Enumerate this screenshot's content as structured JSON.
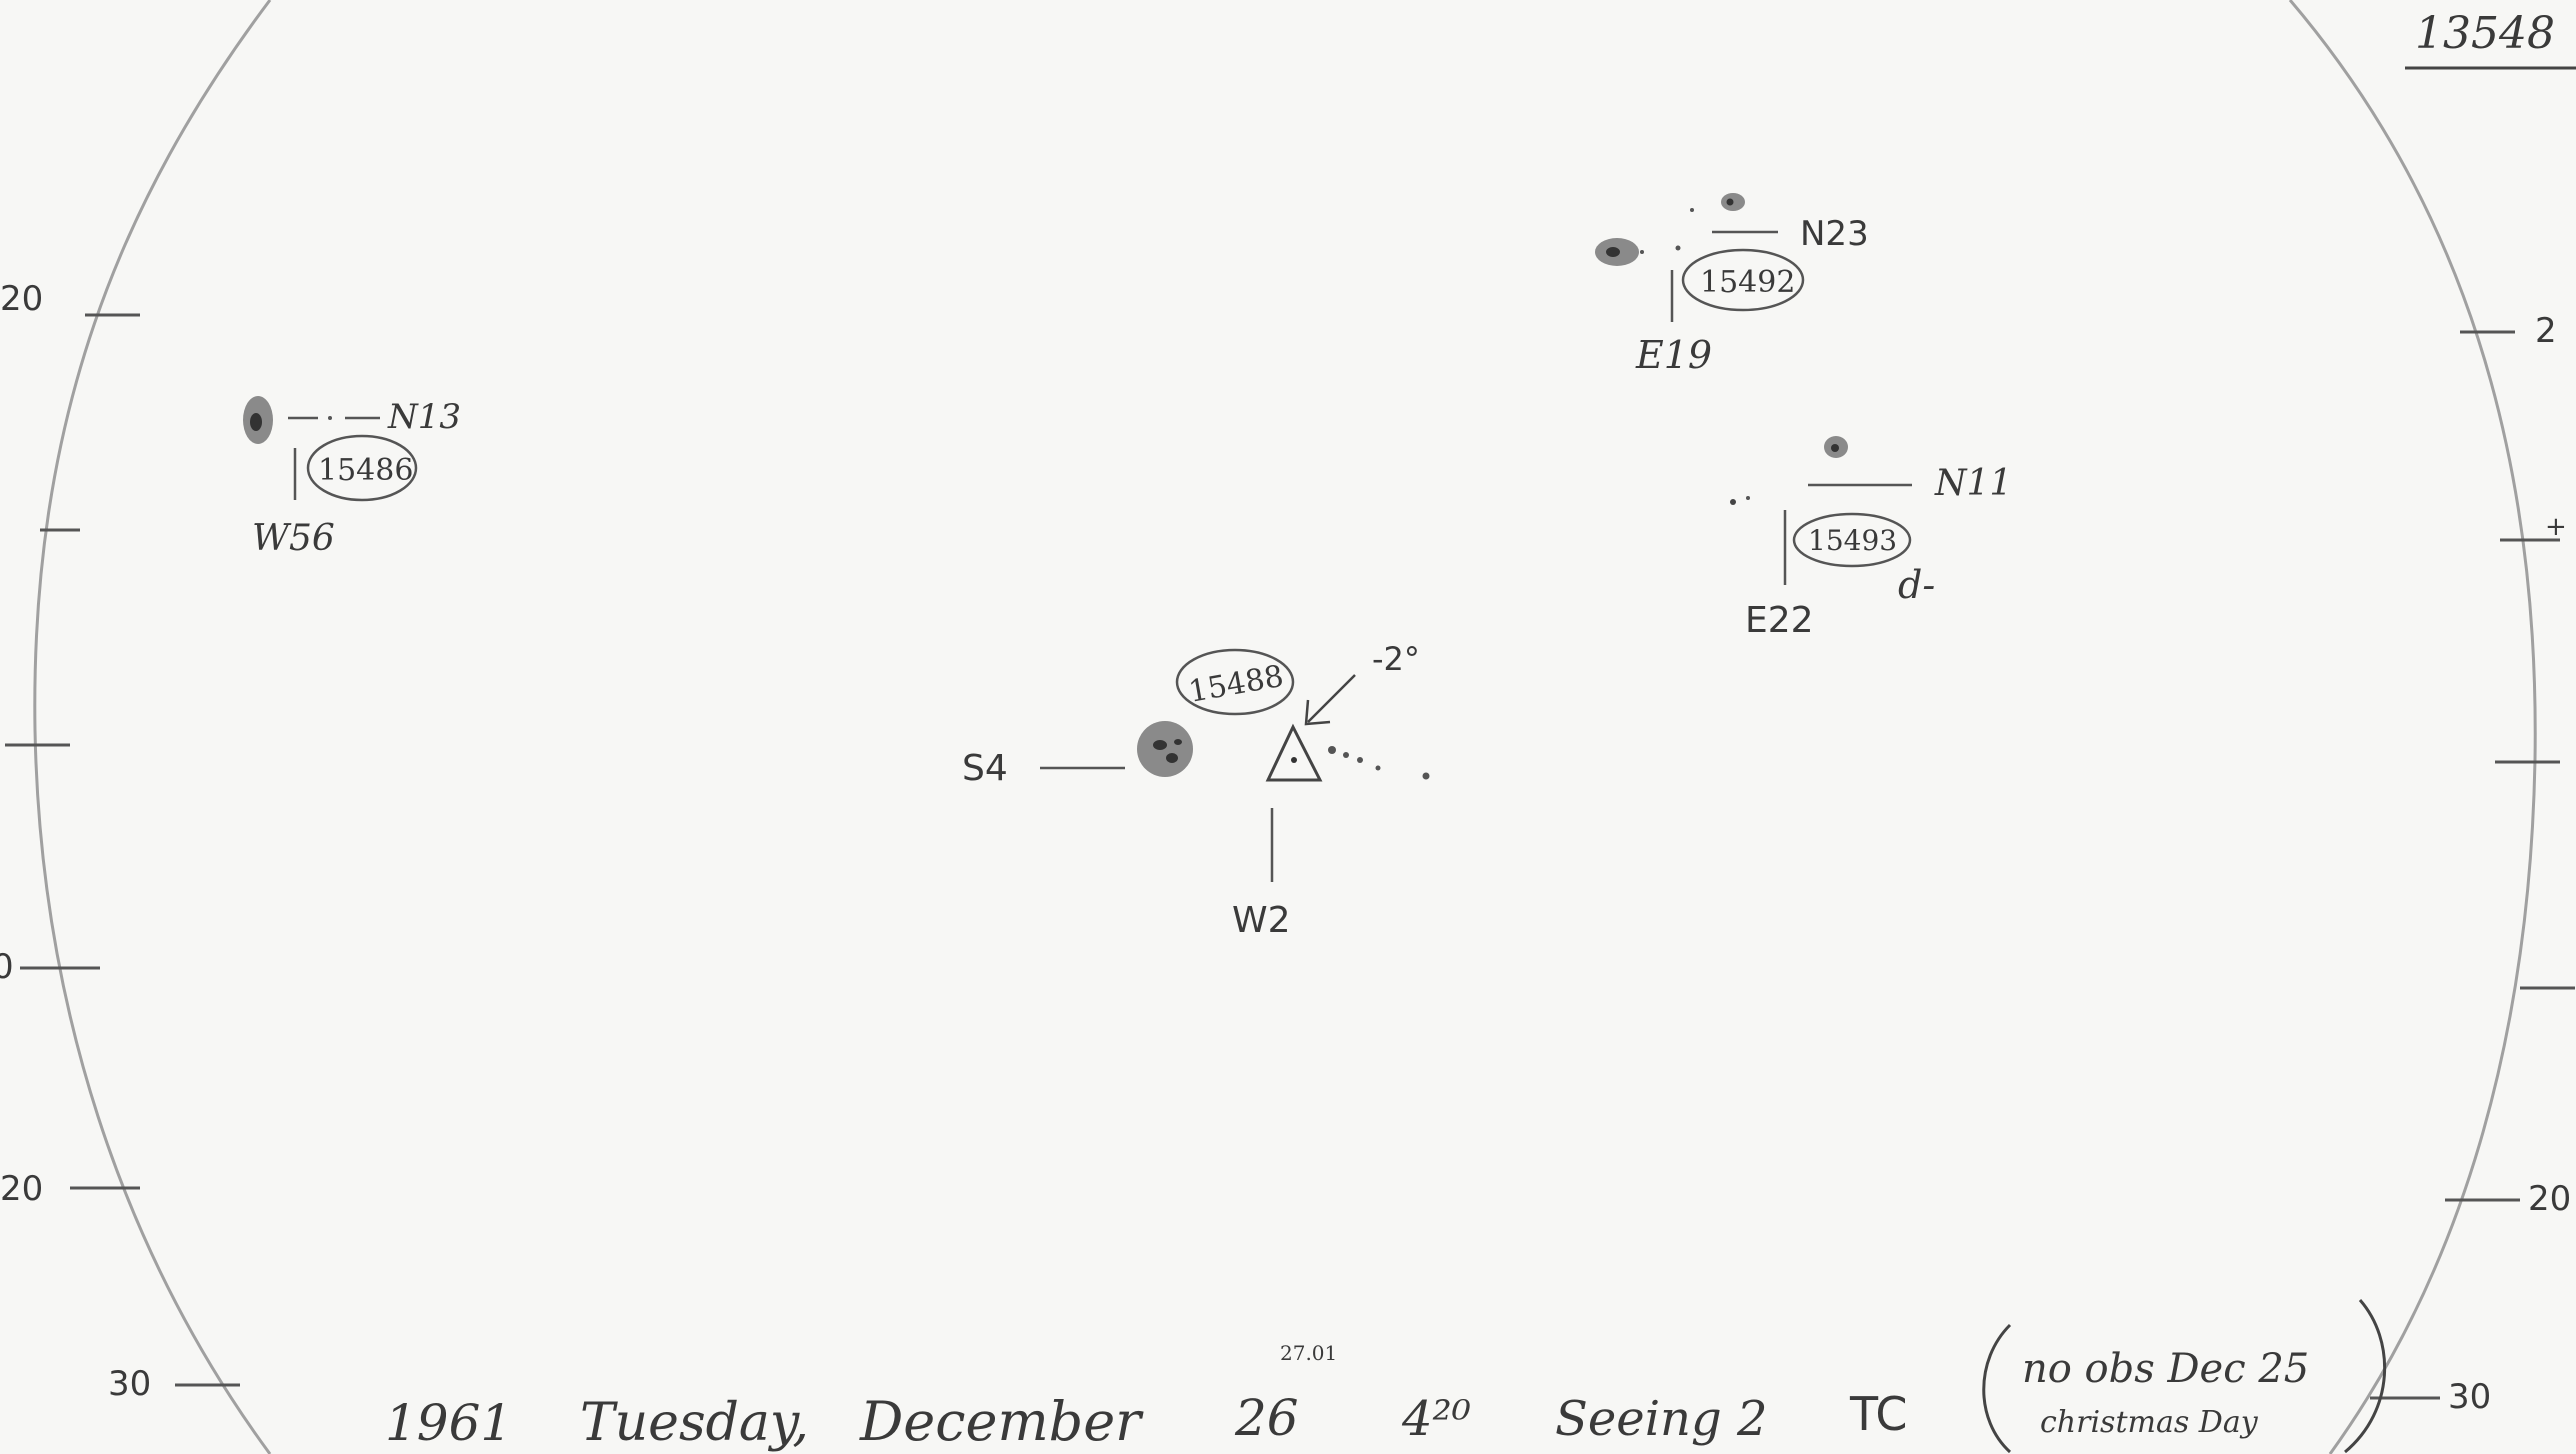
{
  "sheet_number": "13548",
  "footer": {
    "year": "1961",
    "weekday": "Tuesday,",
    "month": "December",
    "day": "26",
    "day_note": "27.01",
    "time": "4²⁰",
    "seeing": "Seeing 2",
    "observer": "TC",
    "note_line1": "no obs Dec 25",
    "note_line2": "christmas Day"
  },
  "scale_labels": {
    "left_top": "20",
    "left_mid": "0",
    "left_low": "20",
    "left_bottom": "30",
    "right_top": "2",
    "right_plus": "+",
    "right_low": "20",
    "right_bottom": "30"
  },
  "regions": [
    {
      "id": "15486",
      "number": "15486",
      "lat": "N13",
      "lon": "W56"
    },
    {
      "id": "15492",
      "number": "15492",
      "lat": "N23",
      "lon": "E19"
    },
    {
      "id": "15493",
      "number": "15493",
      "lat": "N11",
      "lon": "E22",
      "note": "d-"
    },
    {
      "id": "15488",
      "number": "15488",
      "lat": "S4",
      "lon": "W2",
      "note": "-2°"
    }
  ],
  "colors": {
    "paper": "#f7f7f5",
    "pencil": "#3a3a3a",
    "spot": "#555555"
  }
}
